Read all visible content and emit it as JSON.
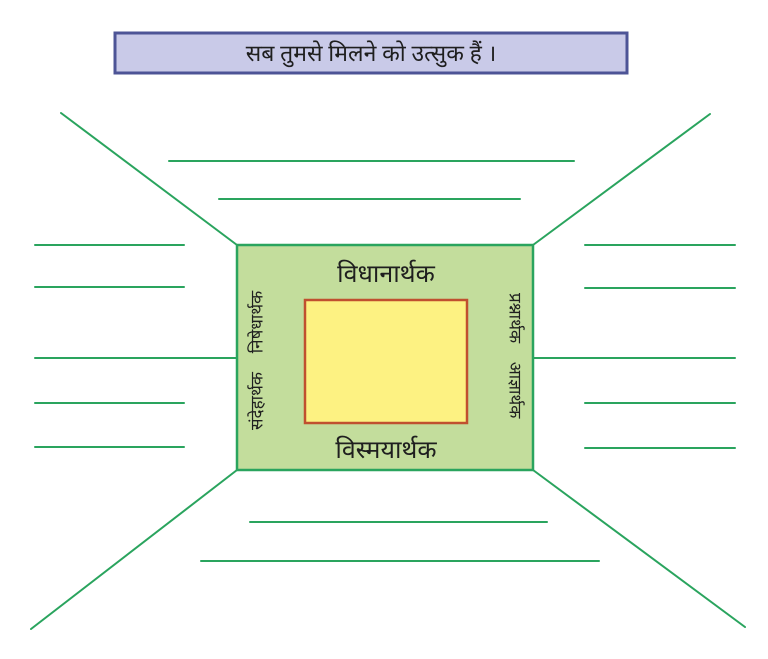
{
  "title": {
    "text": "सब तुमसे मिलने को उत्सुक हैं ।"
  },
  "diagram": {
    "center_labels": {
      "top": "विधानार्थक",
      "bottom": "विस्मयार्थक",
      "left_top": "निषेधार्थक",
      "left_bottom": "संदेहार्थक",
      "right_top": "प्रश्नार्थक",
      "right_bottom": "आज्ञार्थक"
    }
  },
  "colors": {
    "line_green": "#2aa45e",
    "box_green_fill": "#c3dd9c",
    "box_yellow_fill": "#fdf282",
    "box_yellow_border": "#c0502f",
    "title_fill": "#c9cae8",
    "title_border": "#4d5496",
    "text": "#1f1f1f",
    "background": "#ffffff"
  }
}
